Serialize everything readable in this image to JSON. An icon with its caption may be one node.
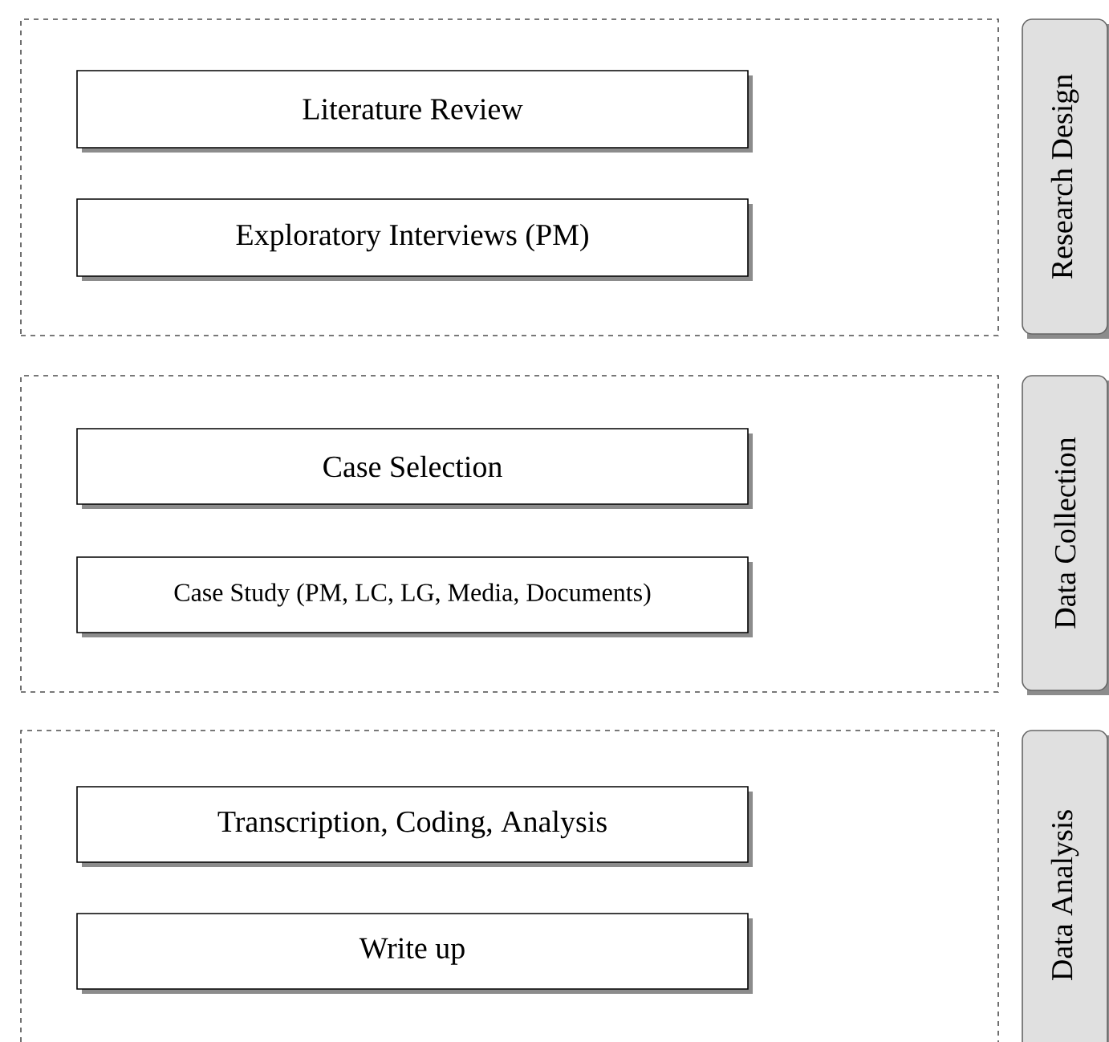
{
  "diagram": {
    "nodes": [
      {
        "text": [],
        "shape": "box"
      },
      {
        "text": [
          "Literature Review"
        ],
        "in": 0
      },
      {
        "text": [
          "Exploratory Interviews (PM)"
        ],
        "in": 0
      },
      {
        "text": [
          "Research Design"
        ]
      },
      {
        "text": [],
        "shape": "box"
      },
      {
        "text": [
          "Case Selection"
        ],
        "in": 4
      },
      {
        "text": [
          "Case Study (PM, LC, LG, Media, Documents)"
        ],
        "in": 4
      },
      {
        "text": [
          "Data Collection"
        ]
      },
      {
        "text": [],
        "shape": "box"
      },
      {
        "text": [
          "Transcription, Coding, Analysis"
        ],
        "in": 8
      },
      {
        "text": [
          "Write up"
        ],
        "in": 8
      },
      {
        "text": [
          "Data Analysis"
        ]
      }
    ]
  }
}
